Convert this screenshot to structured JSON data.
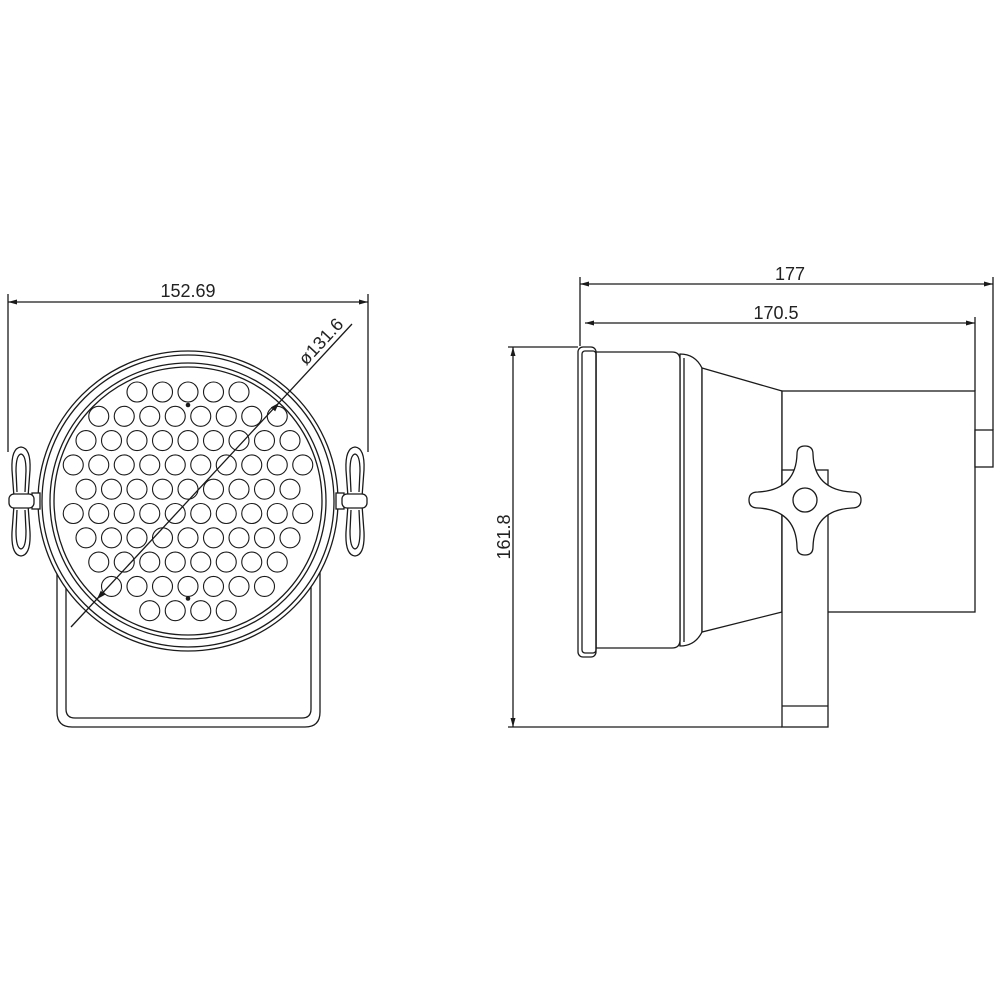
{
  "drawing": {
    "front_view": {
      "width_dimension": "152.69",
      "diameter_dimension": "ø131.6"
    },
    "side_view": {
      "overall_length_dimension": "177",
      "body_length_dimension": "170.5",
      "height_dimension": "161.8"
    }
  },
  "colors": {
    "line": "#1a1a1a",
    "text": "#222222",
    "background": "#ffffff"
  }
}
